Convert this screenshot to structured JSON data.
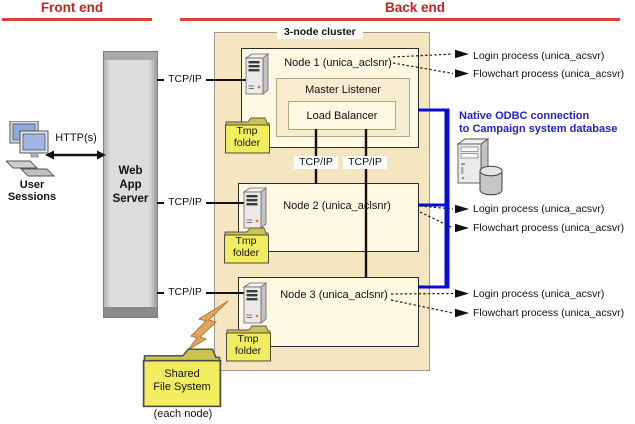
{
  "header": {
    "front_end_label": "Front end",
    "back_end_label": "Back end",
    "accent_color": "#E43B3B"
  },
  "front_end": {
    "user_sessions_label": "User Sessions",
    "http_label": "HTTP(s)",
    "web_app_server_label": "Web App Server"
  },
  "cluster": {
    "title": "3-node cluster",
    "background_color": "#F5E5C1",
    "master_listener_label": "Master Listener",
    "load_balancer_label": "Load Balancer",
    "nodes": [
      {
        "label": "Node 1 (unica_aclsnr)"
      },
      {
        "label": "Node 2 (unica_aclsnr)"
      },
      {
        "label": "Node 3 (unica_aclsnr)"
      }
    ],
    "tmp_folder": {
      "line1": "Tmp",
      "line2": "folder"
    }
  },
  "connections": {
    "tcpip_label": "TCP/IP",
    "odbc_line1": "Native ODBC connection",
    "odbc_line2": "to Campaign system database",
    "odbc_text_color": "#2222CC",
    "bracket_color": "#0B0BD6"
  },
  "processes": {
    "login_label": "Login process (unica_acsvr)",
    "flowchart_label": "Flowchart process (unica_acsvr)"
  },
  "shared_storage": {
    "folder_line1": "Shared",
    "folder_line2": "File System",
    "caption": "(each node)"
  }
}
